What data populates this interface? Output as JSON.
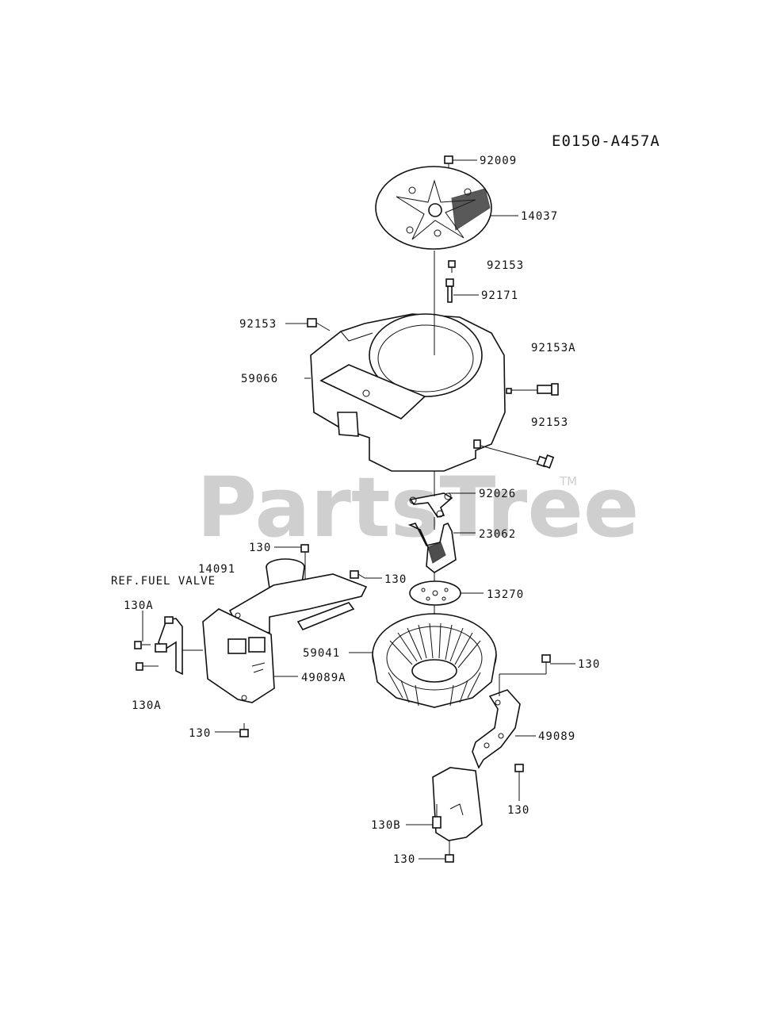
{
  "diagram_code": "E0150-A457A",
  "watermark": {
    "text": "PartsTree",
    "trademark": "TM"
  },
  "reference_note": "REF.FUEL VALVE",
  "callouts": [
    "92009",
    "14037",
    "92153",
    "92171",
    "92153",
    "92153A",
    "59066",
    "92153",
    "92026",
    "23062",
    "130",
    "14091",
    "130",
    "13270",
    "130A",
    "59041",
    "49089A",
    "130",
    "130A",
    "130",
    "49089",
    "130",
    "130B",
    "130"
  ]
}
